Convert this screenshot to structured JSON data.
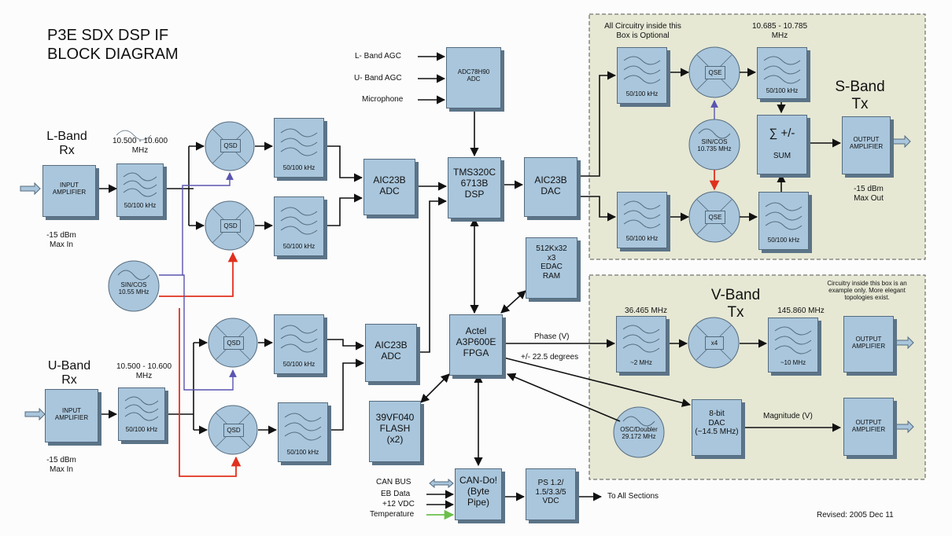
{
  "title": "P3E SDX DSP IF\nBLOCK DIAGRAM",
  "revised": "Revised: 2005 Dec 11",
  "sband": {
    "note": "All Circuitry inside this\nBox is Optional",
    "title": "S-Band\nTx",
    "freq": "10.685 - 10.785\nMHz",
    "filter": "50/100 kHz",
    "qse": "QSE",
    "sincos": "SIN/COS\n10.735 MHz",
    "sum_symbol": "∑ +/-",
    "sum": "SUM",
    "out_amp": "OUTPUT\nAMPLIFIER",
    "out_power": "-15 dBm\nMax Out"
  },
  "vband": {
    "note": "Circuitry inside this box is an\nexample only.  More elegant\ntopologies exist.",
    "title": "V-Band\nTx",
    "freq_in": "36.465 MHz",
    "freq_out": "145.860 MHz",
    "filter_in": "~2 MHz",
    "mult": "x4",
    "filter_out": "~10 MHz",
    "out_amp": "OUTPUT\nAMPLIFIER",
    "osc": "OSC/Doubler\n29.172 MHz",
    "dac": "8-bit\nDAC\n(~14.5 MHz)",
    "magnitude": "Magnitude (V)",
    "phase": "Phase (V)",
    "degrees": "+/- 22.5 degrees"
  },
  "lband": {
    "title": "L-Band\nRx",
    "freq": "10.500 - 10.600\nMHz",
    "input_amp": "INPUT\nAMPLIFIER",
    "filter": "50/100 kHz",
    "power": "-15 dBm\nMax In"
  },
  "uband": {
    "title": "U-Band\nRx",
    "freq": "10.500 - 10.600\nMHz",
    "input_amp": "INPUT\nAMPLIFIER",
    "filter": "50/100 kHz",
    "power": "-15 dBm\nMax In"
  },
  "rx": {
    "qsd": "QSD",
    "filter": "50/100 kHz",
    "sincos": "SIN/COS\n10.55 MHz",
    "adc_top": "AIC23B\nADC",
    "adc_bot": "AIC23B\nADC"
  },
  "core": {
    "agc_l": "L- Band AGC",
    "agc_u": "U- Band AGC",
    "mic": "Microphone",
    "adc78": "ADC78H90\nADC",
    "dsp": "TMS320C\n6713B\nDSP",
    "dac": "AIC23B\nDAC",
    "ram": "512Kx32\nx3\nEDAC\nRAM",
    "fpga": "Actel\nA3P600E\nFPGA",
    "flash": "39VF040\nFLASH\n(x2)",
    "cando": "CAN-Do!\n(Byte\nPipe)",
    "ps": "PS 1.2/\n1.5/3.3/5\nVDC",
    "to_all": "To All Sections",
    "can_bus": "CAN BUS",
    "eb_data": "EB Data",
    "vdc12": "+12 VDC",
    "temperature": "Temperature"
  },
  "colors": {
    "block": "#a9c6dc",
    "optional_region": "#e6e8d4",
    "red_line": "#e0301e",
    "blue_line": "#5a55b0",
    "green_line": "#6cc04a"
  }
}
